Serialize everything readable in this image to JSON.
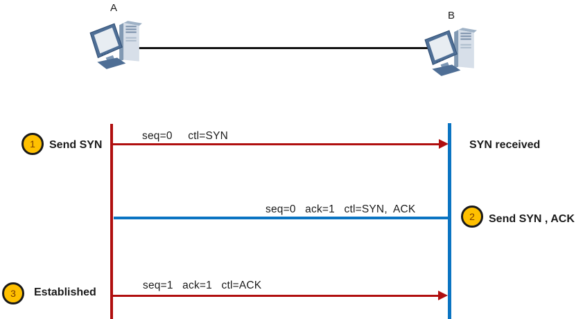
{
  "nodes": {
    "a": "A",
    "b": "B"
  },
  "steps": [
    {
      "num": "1",
      "actor_label": "Send SYN",
      "message": "seq=0     ctl=SYN",
      "peer_label": "SYN received"
    },
    {
      "num": "2",
      "actor_label": "Send SYN , ACK",
      "message": "seq=0   ack=1   ctl=SYN,  ACK",
      "peer_label": ""
    },
    {
      "num": "3",
      "actor_label": "Established",
      "message": "seq=1   ack=1   ctl=ACK",
      "peer_label": ""
    }
  ],
  "colors": {
    "arrow_red": "#b00e0e",
    "arrow_blue": "#0b74c2",
    "link_black": "#111111",
    "step_circle_fill": "#ffc000",
    "step_circle_border": "#1a1a1a",
    "step_number": "#7a3b00",
    "text": "#1a1a1a",
    "pc_frame": "#4e6e95",
    "pc_screen": "#e8edf2",
    "pc_tower": "#d7dfe9"
  }
}
